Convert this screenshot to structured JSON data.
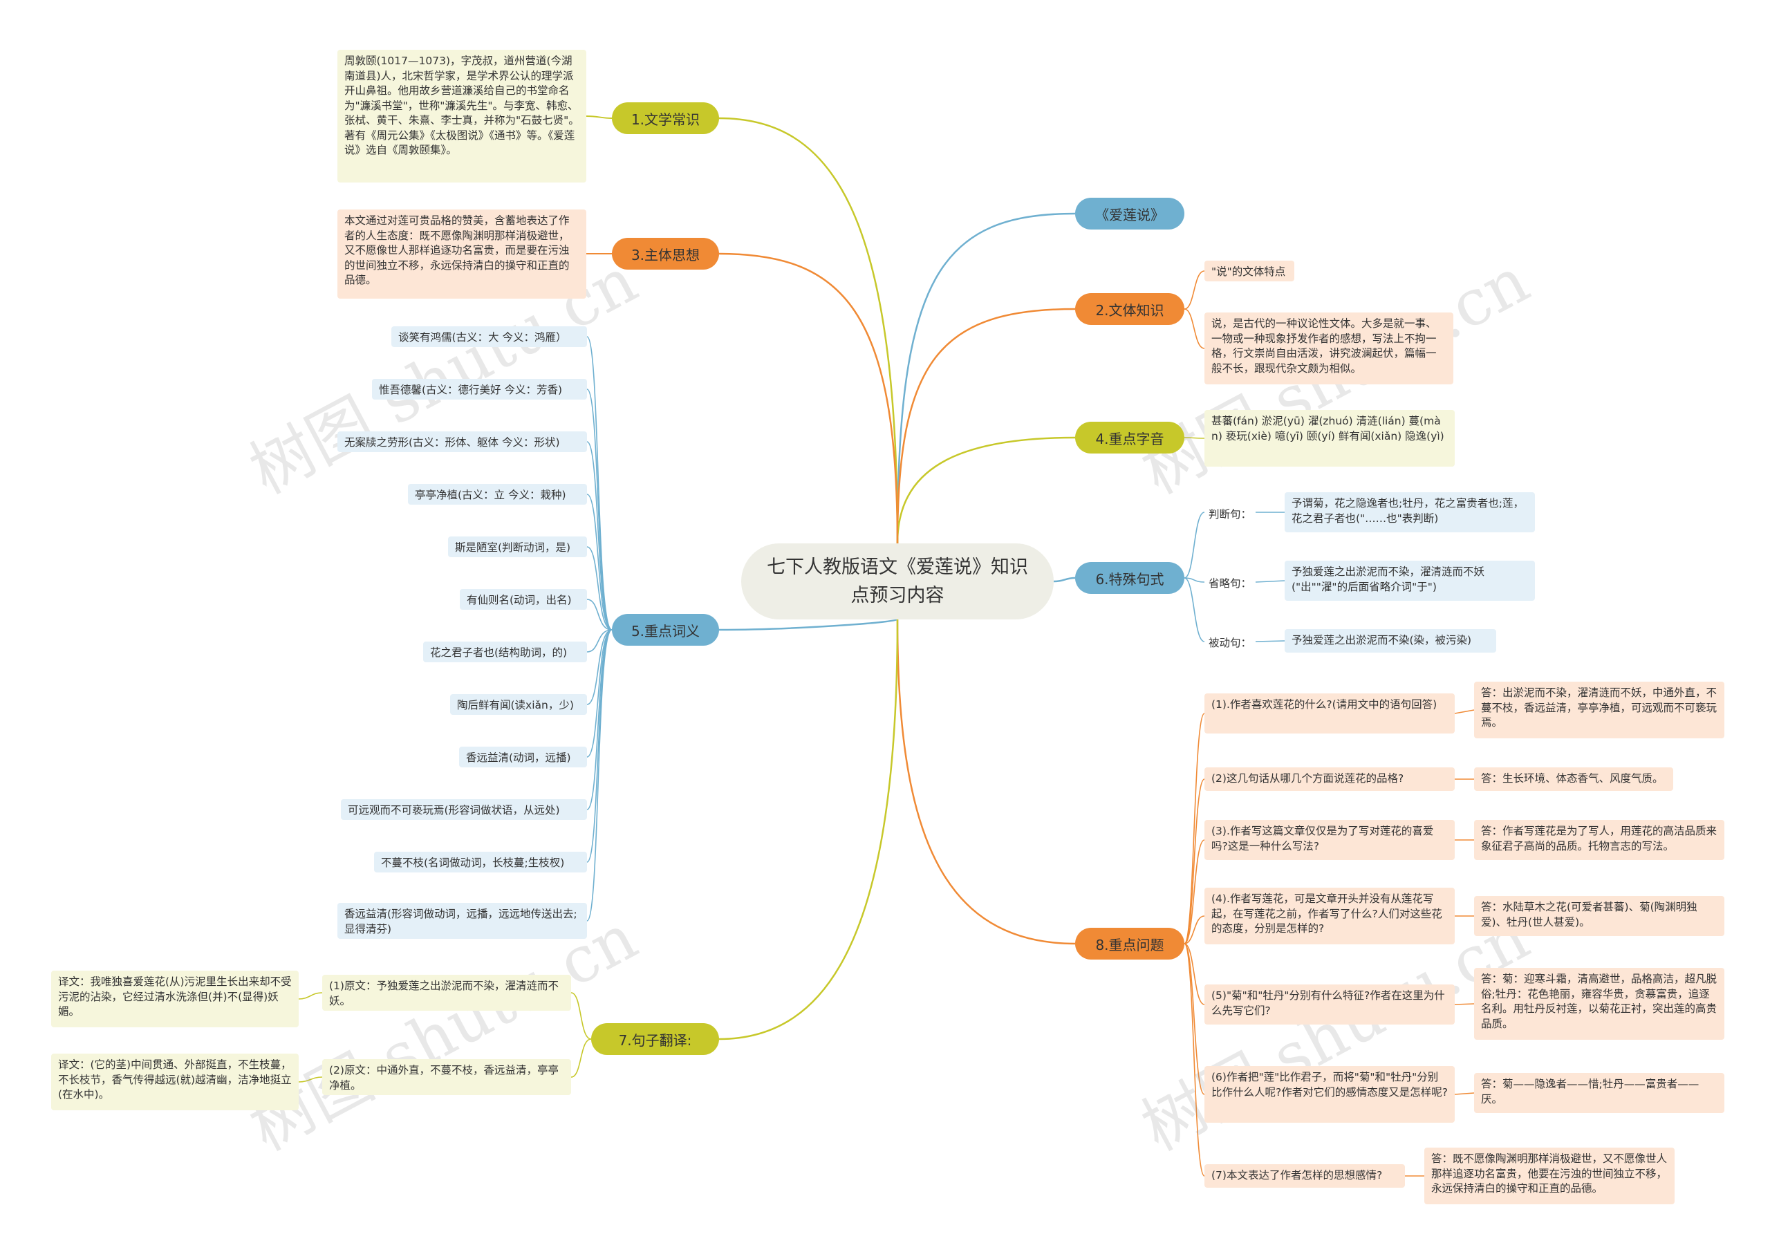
{
  "root": {
    "title": "七下人教版语文《爱莲说》知识点预习内容"
  },
  "colors": {
    "green": "#c7c82a",
    "orange": "#f08a35",
    "blue": "#6fb0d0"
  },
  "branches": {
    "b1": {
      "label": "1.文学常识",
      "text": "周敦颐(1017—1073)，字茂叔，道州营道(今湖南道县)人，北宋哲学家，是学术界公认的理学派开山鼻祖。他用故乡营道濂溪给自己的书堂命名为\"濂溪书堂\"，世称\"濂溪先生\"。与李宽、韩愈、张栻、黄干、朱熹、李士真，并称为\"石鼓七贤\"。著有《周元公集》《太极图说》《通书》等。《爱莲说》选自《周敦颐集》。"
    },
    "b3": {
      "label": "3.主体思想",
      "text": "本文通过对莲可贵品格的赞美，含蓄地表达了作者的人生态度：既不愿像陶渊明那样消极避世，又不愿像世人那样追逐功名富贵，而是要在污浊的世间独立不移，永远保持清白的操守和正直的品德。"
    },
    "b5": {
      "label": "5.重点词义",
      "items": [
        "谈笑有鸿儒(古义：大 今义：鸿雁）",
        "惟吾德馨(古义：德行美好 今义：芳香)",
        "无案牍之劳形(古义：形体、躯体 今义：形状)",
        "亭亭净植(古义：立 今义：栽种)",
        "斯是陋室(判断动词，是)",
        "有仙则名(动词，出名)",
        "花之君子者也(结构助词，的)",
        "陶后鲜有闻(读xiǎn，少)",
        "香远益清(动词，远播)",
        "可远观而不可亵玩焉(形容词做状语，从远处)",
        "不蔓不枝(名词做动词，长枝蔓;生枝杈)",
        "香远益清(形容词做动词，远播，远远地传送出去;显得清芬)"
      ]
    },
    "b7": {
      "label": "7.句子翻译:",
      "items": [
        {
          "source": "(1)原文：予独爱莲之出淤泥而不染，濯清涟而不妖。",
          "translation": "译文：我唯独喜爱莲花(从)污泥里生长出来却不受污泥的沾染，它经过清水洗涤但(并)不(显得)妖媚。"
        },
        {
          "source": "(2)原文：中通外直，不蔓不枝，香远益清，亭亭净植。",
          "translation": "译文：(它的茎)中间贯通、外部挺直，不生枝蔓，不长枝节，香气传得越远(就)越清幽，洁净地挺立(在水中)。"
        }
      ]
    },
    "bA": {
      "label": "《爱莲说》"
    },
    "b2": {
      "label": "2.文体知识",
      "sub1": "\"说\"的文体特点",
      "sub2": "说，是古代的一种议论性文体。大多是就一事、一物或一种现象抒发作者的感想，写法上不拘一格，行文崇尚自由活泼，讲究波澜起伏，篇幅一般不长，跟现代杂文颇为相似。"
    },
    "b4": {
      "label": "4.重点字音",
      "text": "甚蕃(fán) 淤泥(yū) 濯(zhuó) 清涟(lián) 蔓(màn) 亵玩(xiè) 噫(yī) 颐(yí) 鲜有闻(xiǎn) 隐逸(yì)"
    },
    "b6": {
      "label": "6.特殊句式",
      "items": [
        {
          "type": "判断句：",
          "text": "予谓菊，花之隐逸者也;牡丹，花之富贵者也;莲，花之君子者也(\"……也\"表判断)"
        },
        {
          "type": "省略句：",
          "text": "予独爱莲之出淤泥而不染，濯清涟而不妖(\"出\"\"濯\"的后面省略介词\"于\")"
        },
        {
          "type": "被动句：",
          "text": "予独爱莲之出淤泥而不染(染，被污染)"
        }
      ]
    },
    "b8": {
      "label": "8.重点问题",
      "items": [
        {
          "q": "(1).作者喜欢莲花的什么?(请用文中的语句回答)",
          "a": "答：出淤泥而不染，濯清涟而不妖，中通外直，不蔓不枝，香远益清，亭亭净植，可远观而不可亵玩焉。"
        },
        {
          "q": "(2)这几句话从哪几个方面说莲花的品格?",
          "a": "答：生长环境、体态香气、风度气质。"
        },
        {
          "q": "(3).作者写这篇文章仅仅是为了写对莲花的喜爱吗?这是一种什么写法?",
          "a": "答：作者写莲花是为了写人，用莲花的高洁品质来象征君子高尚的品质。托物言志的写法。"
        },
        {
          "q": "(4).作者写莲花，可是文章开头并没有从莲花写起，在写莲花之前，作者写了什么?人们对这些花的态度，分别是怎样的?",
          "a": "答：水陆草木之花(可爱者甚蕃)、菊(陶渊明独爱)、牡丹(世人甚爱)。"
        },
        {
          "q": "(5)\"菊\"和\"牡丹\"分别有什么特征?作者在这里为什么先写它们?",
          "a": "答：菊：迎寒斗霜，清高避世，品格高洁，超凡脱俗;牡丹：花色艳丽，雍容华贵，贪慕富贵，追逐名利。用牡丹反衬莲，以菊花正衬，突出莲的高贵品质。"
        },
        {
          "q": "(6)作者把\"莲\"比作君子，而将\"菊\"和\"牡丹\"分别比作什么人呢?作者对它们的感情态度又是怎样呢?",
          "a": "答：菊——隐逸者——惜;牡丹——富贵者——厌。"
        },
        {
          "q": "(7)本文表达了作者怎样的思想感情?",
          "a": "答：既不愿像陶渊明那样消极避世，又不愿像世人那样追逐功名富贵，他要在污浊的世间独立不移，永远保持清白的操守和正直的品德。"
        }
      ]
    }
  },
  "watermark": "树图 shutu.cn"
}
